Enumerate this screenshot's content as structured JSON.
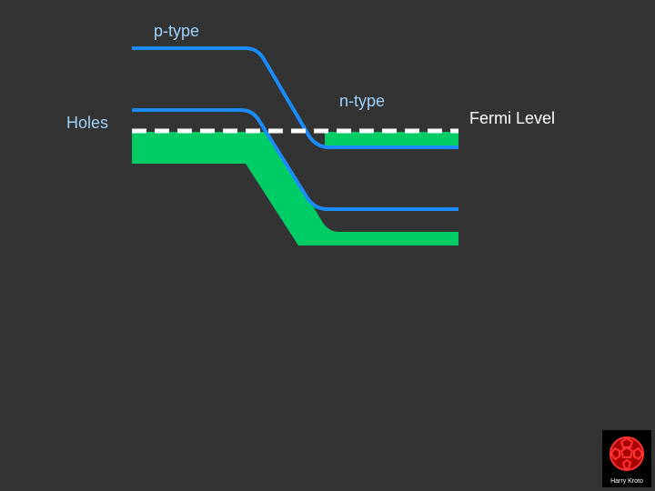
{
  "labels": {
    "p_type": "p-type",
    "n_type": "n-type",
    "holes": "Holes",
    "fermi_level": "Fermi Level"
  },
  "logo": {
    "caption": "Harry Kroto"
  },
  "colors": {
    "background": "#333333",
    "band_edge": "#1a8cff",
    "filled_band": "#00cc66",
    "fermi_line": "#ffffff",
    "label_text": "#9fd2ff",
    "logo_red": "#dd1111"
  }
}
